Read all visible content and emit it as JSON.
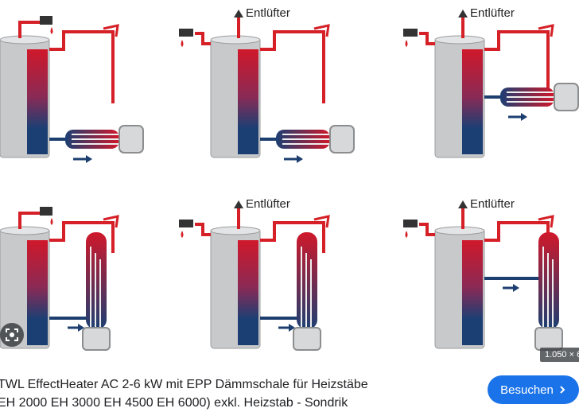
{
  "diagram": {
    "vent_label": "Entlüfter",
    "panels": [
      {
        "vent": false,
        "heater": "horizontal-low"
      },
      {
        "vent": true,
        "heater": "horizontal-low"
      },
      {
        "vent": true,
        "heater": "horizontal-mid"
      },
      {
        "vent": false,
        "heater": "vertical"
      },
      {
        "vent": true,
        "heater": "vertical"
      },
      {
        "vent": true,
        "heater": "vertical-external"
      }
    ],
    "colors": {
      "hot": "#d0182a",
      "cold": "#1c3f73",
      "tank": "#c8c9cb",
      "pipe_red": "#d52027",
      "pipe_blue": "#1d3f70"
    }
  },
  "overlay": {
    "dimensions_text": "1.050 × 6",
    "lens_icon": "visual-search-icon"
  },
  "result": {
    "caption_line1": "TWL EffectHeater AC 2-6 kW mit EPP Dämmschale für Heizstäbe",
    "caption_line2": "EH 2000 EH 3000 EH 4500 EH 6000) exkl. Heizstab - Sondrik",
    "visit_label": "Besuchen",
    "visit_icon": "chevron-right-icon"
  }
}
